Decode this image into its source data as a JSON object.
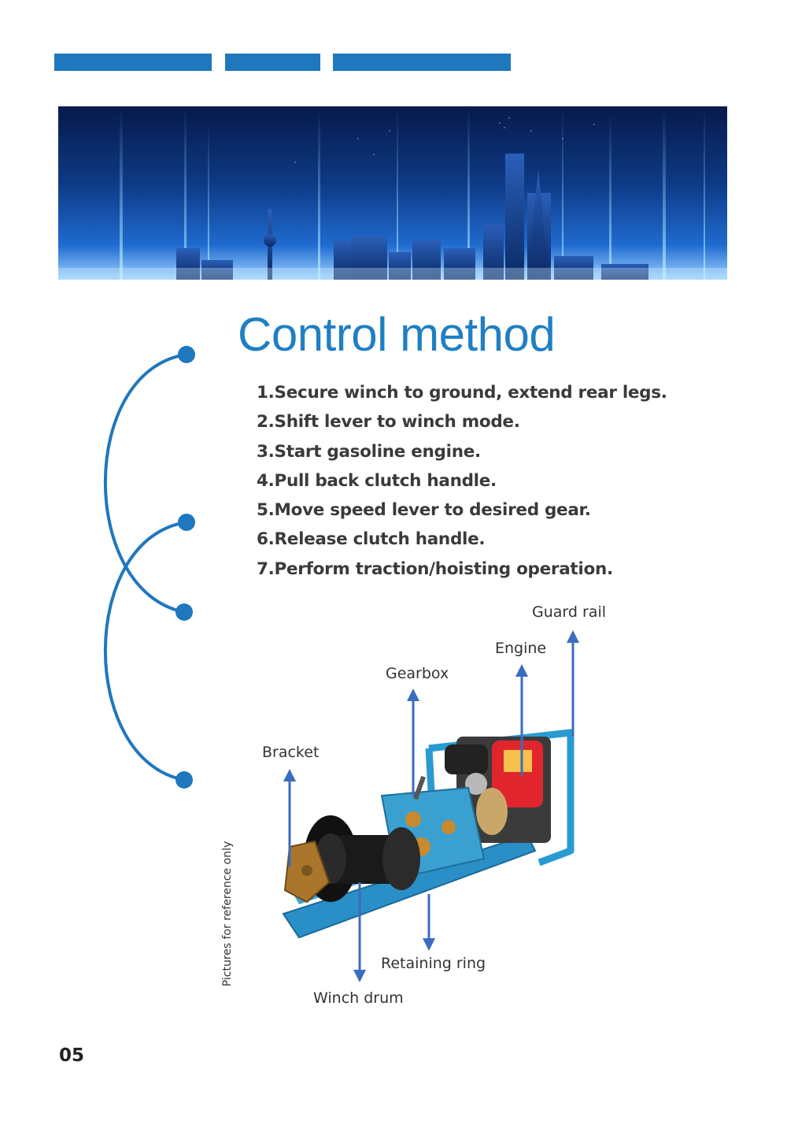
{
  "header": {
    "accent_color": "#1f77be"
  },
  "banner": {
    "image": "city-skyline-night-image"
  },
  "section": {
    "title": "Control method",
    "title_color": "#1f7fc3",
    "steps": [
      "1.Secure winch to ground, extend rear legs.",
      "2.Shift lever to winch mode.",
      "3.Start gasoline engine.",
      "4.Pull back clutch handle.",
      "5.Move speed lever to desired gear.",
      "6.Release clutch handle.",
      "7.Perform traction/hoisting operation."
    ]
  },
  "diagram": {
    "labels": {
      "guard_rail": "Guard rail",
      "engine": "Engine",
      "gearbox": "Gearbox",
      "bracket": "Bracket",
      "retaining_ring": "Retaining ring",
      "winch_drum": "Winch drum"
    },
    "note": "Pictures for reference only",
    "arrow_color": "#3b6cc0"
  },
  "footer": {
    "page_number": "05"
  }
}
